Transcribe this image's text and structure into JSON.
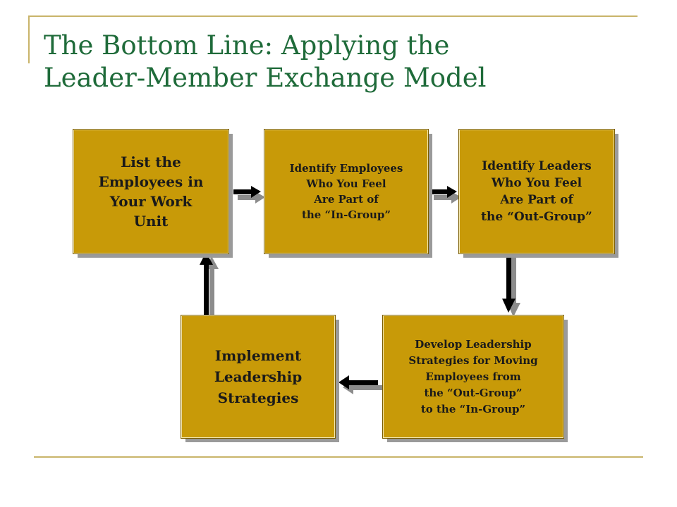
{
  "slide": {
    "title_line1": "The Bottom Line: Applying the",
    "title_line2": "Leader-Member Exchange Model"
  },
  "diagram": {
    "boxes": [
      {
        "id": "list-employees",
        "label": "List the\nEmployees in\nYour Work\nUnit"
      },
      {
        "id": "identify-in-group",
        "label": "Identify Employees\nWho You Feel\nAre Part of\nthe “In-Group”"
      },
      {
        "id": "identify-out-group",
        "label": "Identify Leaders\nWho You Feel\nAre Part of\nthe “Out-Group”"
      },
      {
        "id": "develop-strategies",
        "label": "Develop Leadership\nStrategies for Moving\nEmployees from\nthe “Out-Group”\nto the “In-Group”"
      },
      {
        "id": "implement-strategies",
        "label": "Implement\nLeadership\nStrategies"
      }
    ]
  },
  "colors": {
    "title": "#1f6b3a",
    "box_fill": "#c89a08",
    "rule": "#c9b46a",
    "arrow": "#000000",
    "arrow_shadow": "#8c8c8c"
  }
}
